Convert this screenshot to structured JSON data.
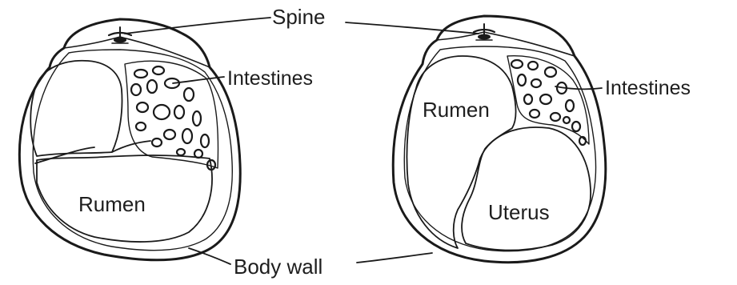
{
  "labels": {
    "spine": "Spine",
    "intestines_left": "Intestines",
    "intestines_right": "Intestines",
    "rumen_left": "Rumen",
    "rumen_right": "Rumen",
    "uterus": "Uterus",
    "body_wall": "Body wall"
  }
}
